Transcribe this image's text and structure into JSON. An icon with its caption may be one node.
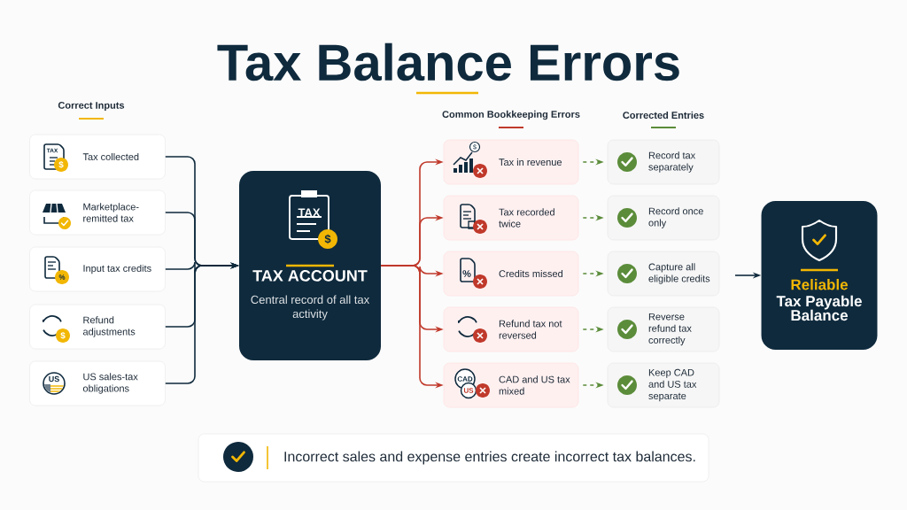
{
  "diagram": {
    "title": "Tax Balance Errors",
    "nodes": [
      {
        "text": [
          "Tax collected"
        ]
      },
      {
        "text": [
          "Marketplace-remitted tax"
        ]
      },
      {
        "text": [
          "Input tax credits"
        ]
      },
      {
        "text": [
          "Refund adjustments"
        ]
      },
      {
        "text": [
          "US sales-tax obligations"
        ]
      },
      {
        "text": [
          "TAX ACCOUNT",
          "Central record of all tax activity"
        ]
      },
      {
        "text": [
          "Tax in revenue"
        ]
      },
      {
        "text": [
          "Tax recorded twice"
        ]
      },
      {
        "text": [
          "Credits missed"
        ]
      },
      {
        "text": [
          "Refund tax not reversed"
        ]
      },
      {
        "text": [
          "CAD and US tax mixed"
        ]
      },
      {
        "text": [
          "Record tax separately"
        ]
      },
      {
        "text": [
          "Record once only"
        ]
      },
      {
        "text": [
          "Capture all eligible credits"
        ]
      },
      {
        "text": [
          "Reverse refund tax correctly"
        ]
      },
      {
        "text": [
          "Keep CAD and US tax separate"
        ]
      },
      {
        "text": [
          "Reliable",
          "Tax Payable Balance"
        ]
      },
      {
        "text": [
          "Incorrect sales and expense entries create incorrect tax balances."
        ]
      }
    ],
    "edges": [
      {
        "from": 0,
        "to": 5,
        "arrow": "to"
      },
      {
        "from": 1,
        "to": 5,
        "arrow": "to"
      },
      {
        "from": 2,
        "to": 5,
        "arrow": "to"
      },
      {
        "from": 3,
        "to": 5,
        "arrow": "to"
      },
      {
        "from": 4,
        "to": 5,
        "arrow": "to"
      },
      {
        "from": 5,
        "to": 6,
        "arrow": "to",
        "color": "#c0392b"
      },
      {
        "from": 5,
        "to": 7,
        "arrow": "to",
        "color": "#c0392b"
      },
      {
        "from": 5,
        "to": 8,
        "arrow": "to",
        "color": "#c0392b"
      },
      {
        "from": 5,
        "to": 9,
        "arrow": "to",
        "color": "#c0392b"
      },
      {
        "from": 5,
        "to": 10,
        "arrow": "to",
        "color": "#c0392b"
      },
      {
        "from": 6,
        "to": 11,
        "arrow": "to",
        "style": "dashed",
        "color": "#5b8c3a"
      },
      {
        "from": 7,
        "to": 12,
        "arrow": "to",
        "style": "dashed",
        "color": "#5b8c3a"
      },
      {
        "from": 8,
        "to": 13,
        "arrow": "to",
        "style": "dashed",
        "color": "#5b8c3a"
      },
      {
        "from": 9,
        "to": 14,
        "arrow": "to",
        "style": "dashed",
        "color": "#5b8c3a"
      },
      {
        "from": 10,
        "to": 15,
        "arrow": "to",
        "style": "dashed",
        "color": "#5b8c3a"
      },
      {
        "from": null,
        "to": 16,
        "arrow": "to"
      }
    ],
    "labels": [
      "Correct Inputs",
      "TAX",
      "$",
      "%",
      "$",
      "US",
      "TAX",
      "$",
      "Common Bookkeeping Errors",
      "Corrected Entries",
      "$",
      "%",
      "CAD",
      "US"
    ]
  }
}
